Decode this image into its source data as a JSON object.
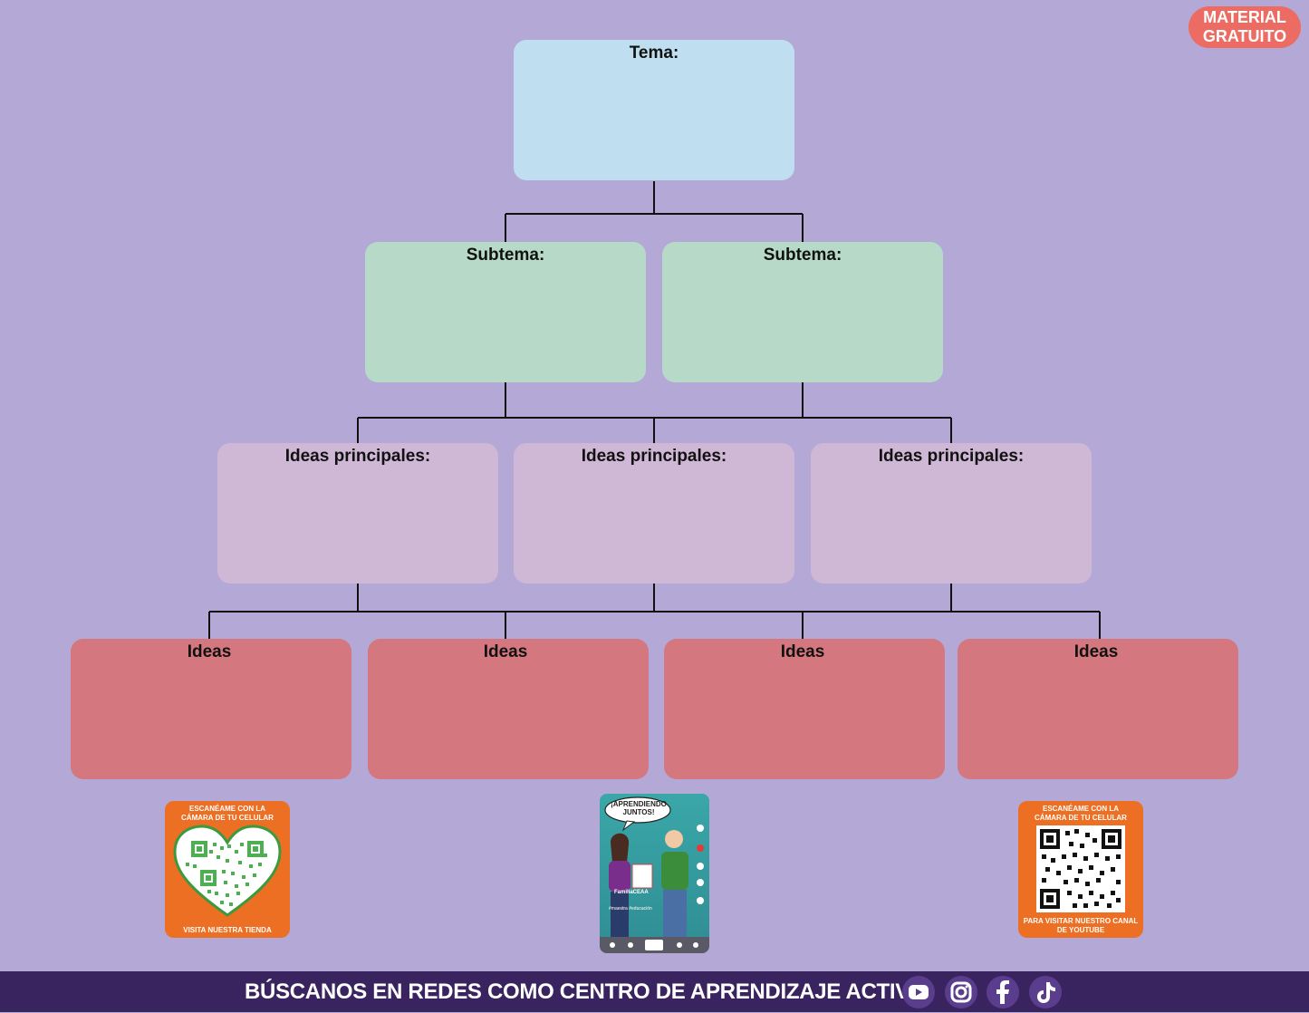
{
  "badge": {
    "line1": "MATERIAL",
    "line2": "GRATUITO"
  },
  "diagram": {
    "tema": "Tema:",
    "subtemas": [
      "Subtema:",
      "Subtema:"
    ],
    "ideas_principales": [
      "Ideas principales:",
      "Ideas principales:",
      "Ideas principales:"
    ],
    "ideas": [
      "Ideas",
      "Ideas",
      "Ideas",
      "Ideas"
    ]
  },
  "qr_store": {
    "top": "ESCANÉAME CON LA CÁMARA DE TU CELULAR",
    "bottom": "VISITA NUESTRA TIENDA"
  },
  "poster": {
    "bubble": "¡APRENDIENDO JUNTOS!",
    "handle": "FamiliaCEAA",
    "tags": "#maestra #educación"
  },
  "qr_youtube": {
    "top": "ESCANÉAME CON LA CÁMARA DE TU CELULAR",
    "bottom": "PARA VISITAR NUESTRO CANAL DE YOUTUBE"
  },
  "footer": {
    "text": "BÚSCANOS EN REDES COMO CENTRO DE APRENDIZAJE ACTIVO",
    "icons": [
      "youtube-icon",
      "instagram-icon",
      "facebook-icon",
      "tiktok-icon"
    ]
  },
  "colors": {
    "background": "#b3a8d6",
    "tema": "#bfdff0",
    "subtema": "#b6dac7",
    "ideas_principales": "#cfb7d6",
    "ideas": "#d4777e",
    "badge": "#ec6b63",
    "qr_card": "#ec6f23",
    "footer": "#3a2460"
  }
}
